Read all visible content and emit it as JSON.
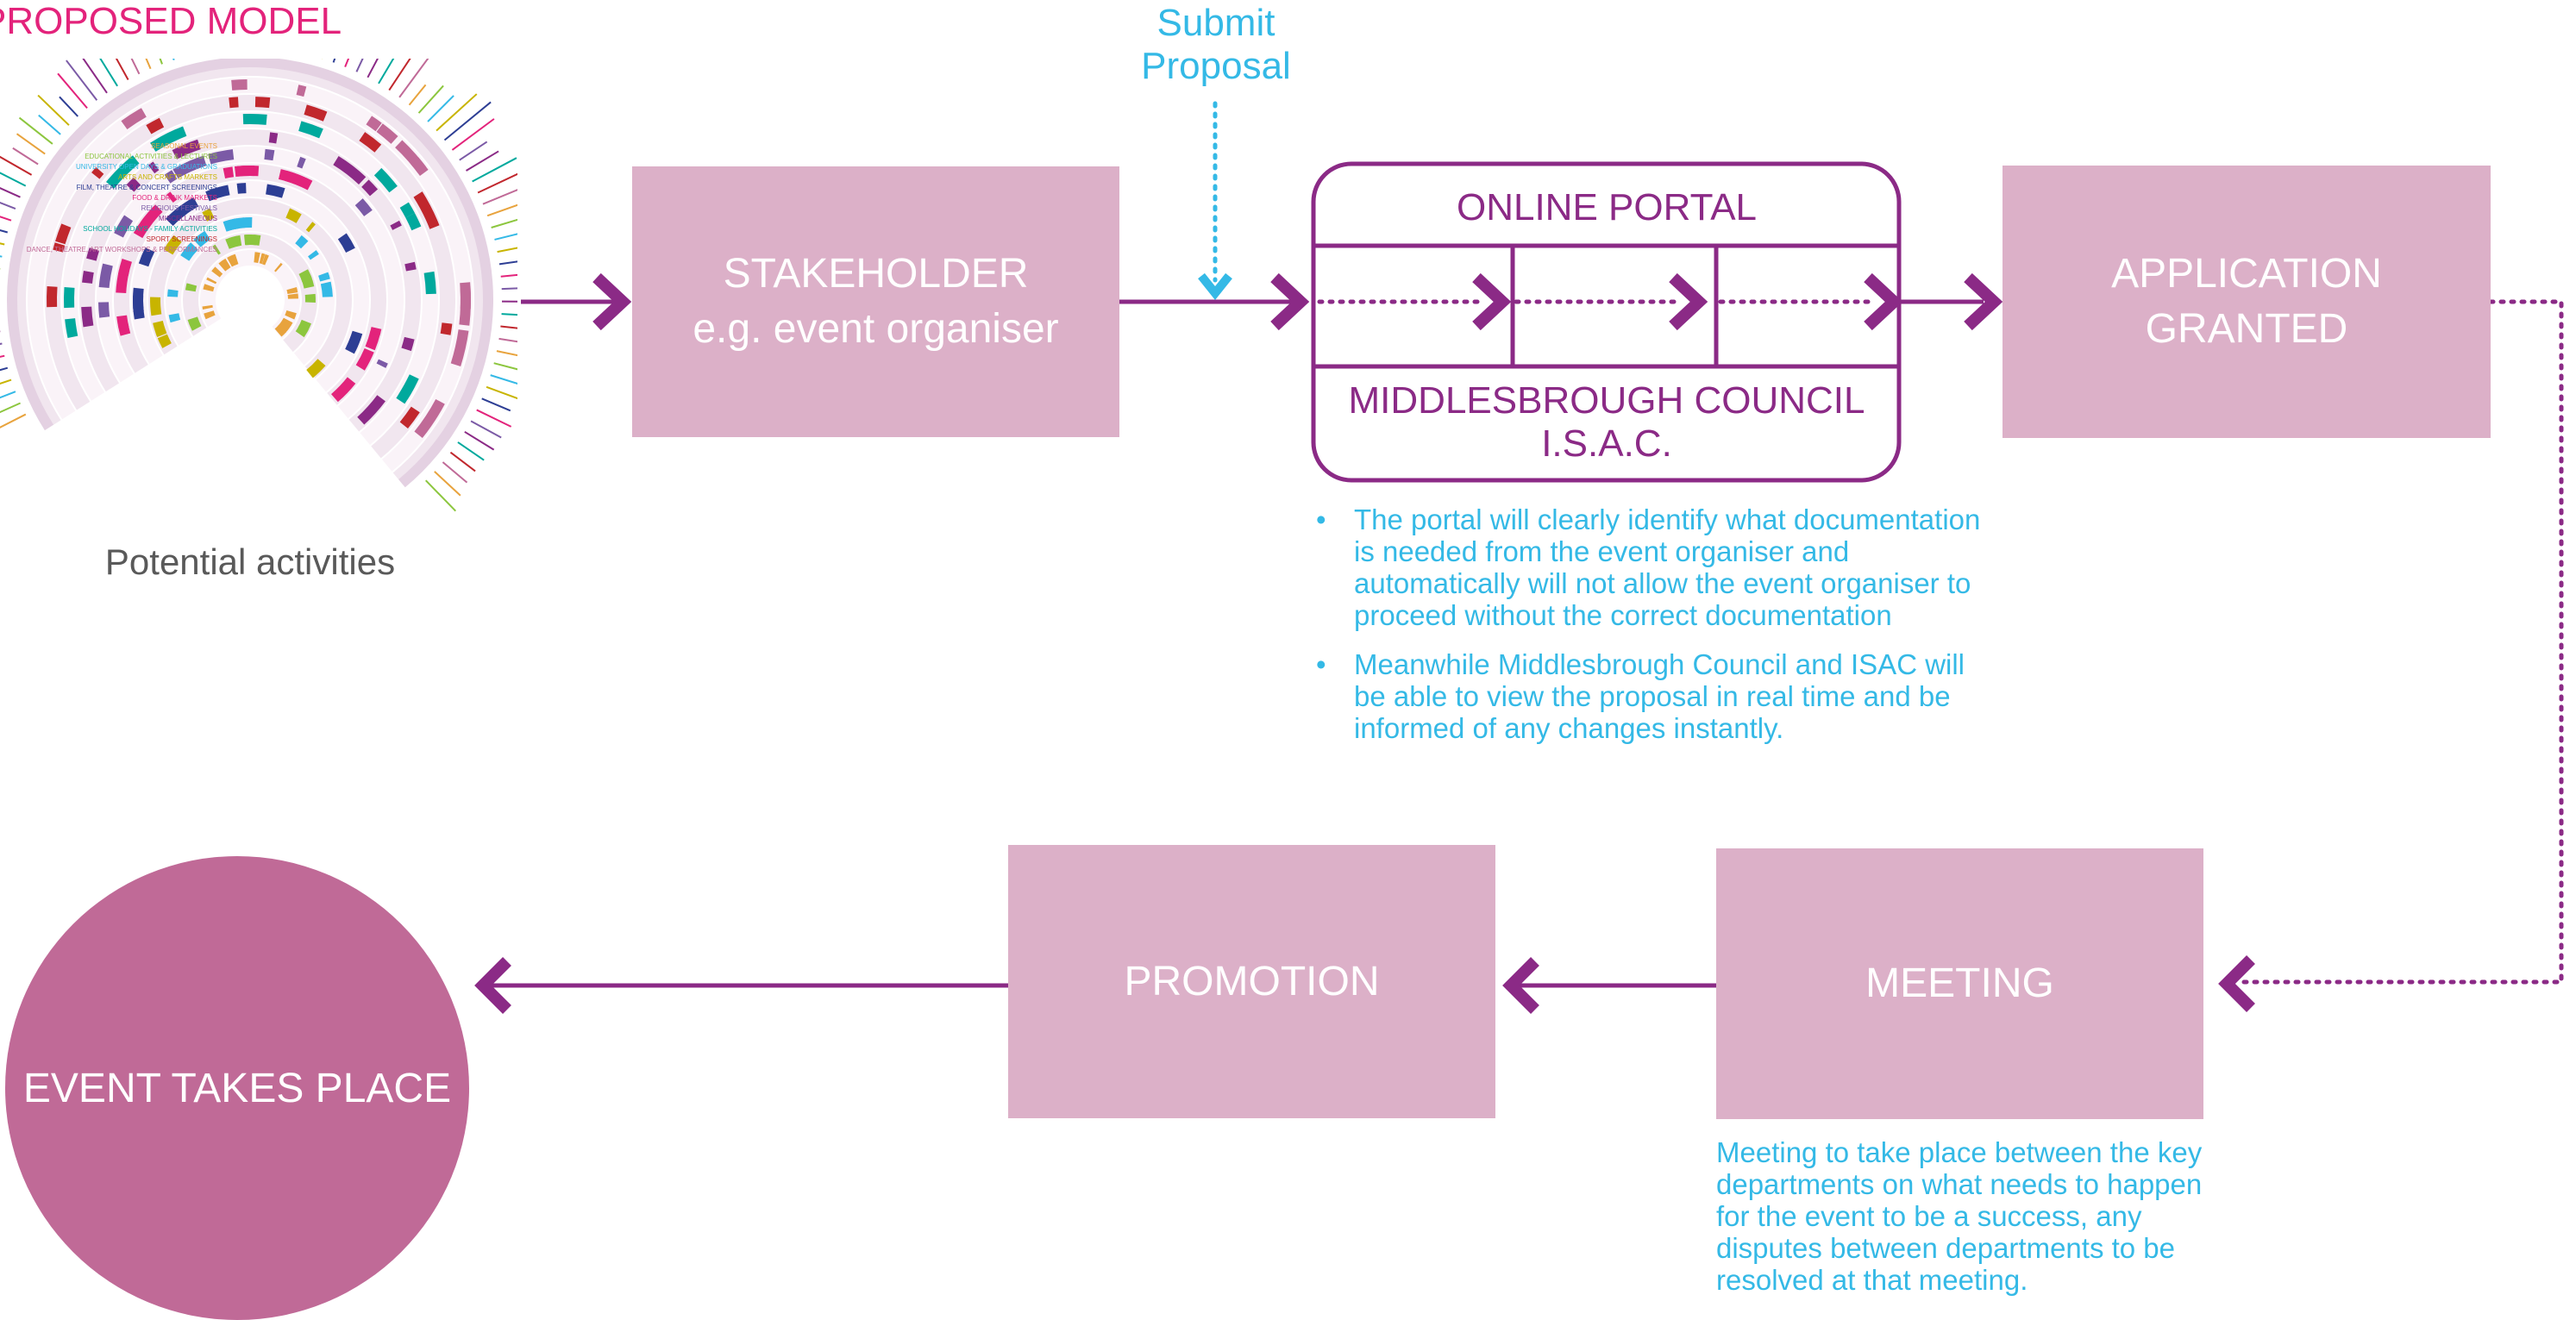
{
  "header": {
    "title": "PROPOSED MODEL"
  },
  "submit": {
    "line1": "Submit",
    "line2": "Proposal"
  },
  "stakeholder": {
    "line1": "STAKEHOLDER",
    "line2": "e.g. event organiser"
  },
  "portal": {
    "top_label": "ONLINE PORTAL",
    "bottom_line1": "MIDDLESBROUGH COUNCIL",
    "bottom_line2": "I.S.A.C."
  },
  "granted": {
    "line1": "APPLICATION",
    "line2": "GRANTED"
  },
  "portal_notes": [
    "The portal will clearly identify what documentation is needed from the event organiser and automatically will not allow the event organiser to proceed without the correct documentation",
    "Meanwhile Middlesbrough Council and ISAC will be able to view the proposal in real time and be informed of any changes instantly."
  ],
  "meeting": {
    "label": "MEETING",
    "note": "Meeting to take place between the key departments on what needs to happen for the event to be a success, any disputes between departments to be resolved at that meeting."
  },
  "promotion": {
    "label": "PROMOTION"
  },
  "event": {
    "label": "EVENT TAKES PLACE"
  },
  "activities": {
    "caption": "Potential activities",
    "categories": [
      "SEASONAL EVENTS",
      "EDUCATIONAL ACTIVITIES & LECTURES",
      "UNIVERSITY OPEN DAYS & GRADUATIONS",
      "ARTS AND CRAFTS MARKETS",
      "FILM, THEATRE & CONCERT SCREENINGS",
      "FOOD & DRINK MARKETS",
      "RELIGIOUS FESTIVALS",
      "MISCELLANEOUS",
      "SCHOOL HOLIDAYS - FAMILY ACTIVITIES",
      "SPORT SCREENINGS",
      "DANCE, THEATRE, ART WORKSHOPS & PERFORMANCES"
    ],
    "category_colors": [
      "#e8a33d",
      "#8cc63e",
      "#34b9e6",
      "#c8b400",
      "#2d3e94",
      "#e3237b",
      "#7b5aa6",
      "#8b2a86",
      "#00a99d",
      "#c1272d",
      "#c06a97"
    ]
  },
  "colors": {
    "box_fill": "#dcb0c8",
    "event_fill": "#c06a97",
    "arrow": "#8b2a86",
    "accent_blue": "#34b9e6",
    "title_pink": "#e3237b"
  }
}
